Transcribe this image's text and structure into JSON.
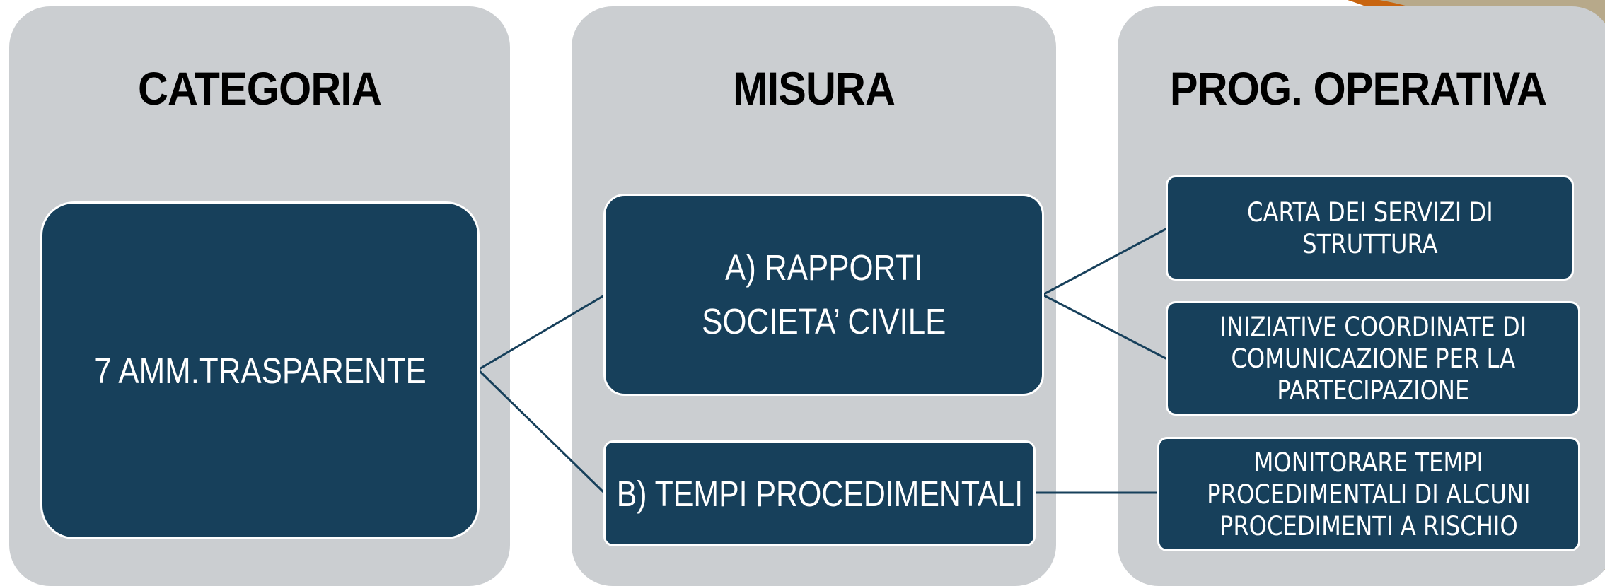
{
  "diagram": {
    "columns": [
      {
        "title": "CATEGORIA"
      },
      {
        "title": "MISURA"
      },
      {
        "title": "PROG. OPERATIVA"
      }
    ],
    "category_box": {
      "label": "7 AMM.TRASPARENTE"
    },
    "measures": [
      {
        "label": "A) RAPPORTI\nSOCIETA’ CIVILE"
      },
      {
        "label": "B) TEMPI PROCEDIMENTALI"
      }
    ],
    "actions": [
      {
        "label": "CARTA DEI SERVIZI DI\nSTRUTTURA"
      },
      {
        "label": "INIZIATIVE COORDINATE DI\nCOMUNICAZIONE PER LA\nPARTECIPAZIONE"
      },
      {
        "label": "MONITORARE TEMPI\nPROCEDIMENTALI DI ALCUNI\nPROCEDIMENTI A RISCHIO"
      }
    ]
  },
  "colors": {
    "column_bg": "#cbced1",
    "box_fill": "#17405b",
    "box_text": "#ffffff",
    "connector": "#17405b",
    "decor_orange": "#c8640f",
    "decor_tan": "#b7a98a"
  }
}
